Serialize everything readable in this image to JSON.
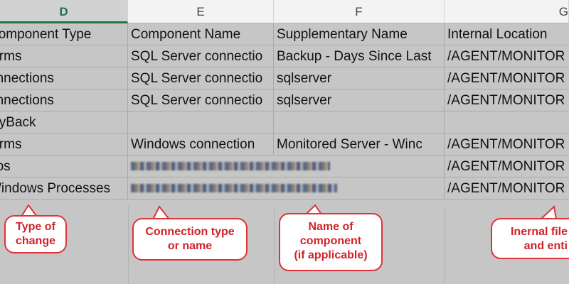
{
  "columns": [
    {
      "letter": "D",
      "active": true
    },
    {
      "letter": "E",
      "active": false
    },
    {
      "letter": "F",
      "active": false
    },
    {
      "letter": "G",
      "active": false
    }
  ],
  "rows": [
    {
      "d": "Component Type",
      "e": "Component Name",
      "f": "Supplementary Name",
      "g": "Internal Location"
    },
    {
      "d": "larms",
      "e": "SQL Server connectio",
      "f": "Backup - Days Since Last",
      "g": "/AGENT/MONITOR"
    },
    {
      "d": "onnections",
      "e": "SQL Server connectio",
      "f": "sqlserver",
      "g": "/AGENT/MONITOR"
    },
    {
      "d": "onnections",
      "e": "SQL Server connectio",
      "f": "sqlserver",
      "g": "/AGENT/MONITOR"
    },
    {
      "d": "layBack",
      "e": "",
      "f": "",
      "g": ""
    },
    {
      "d": "larms",
      "e": "Windows connection",
      "f": "Monitored Server - Winc",
      "g": "/AGENT/MONITOR"
    },
    {
      "d": "obs",
      "e": "",
      "f": "",
      "g": "/AGENT/MONITOR"
    },
    {
      "d": "Windows Processes",
      "e": "",
      "f": "",
      "g": "/AGENT/MONITOR"
    }
  ],
  "callouts": {
    "type_of_change": {
      "line1": "Type of",
      "line2": "change"
    },
    "connection": {
      "line1": "Connection type",
      "line2": "or name"
    },
    "component": {
      "line1": "Name of",
      "line2": "component",
      "line3": "(if applicable)"
    },
    "internal": {
      "line1": "Inernal file",
      "line2": "and enti"
    }
  },
  "colors": {
    "accent": "#217346",
    "callout": "#e0323a"
  }
}
